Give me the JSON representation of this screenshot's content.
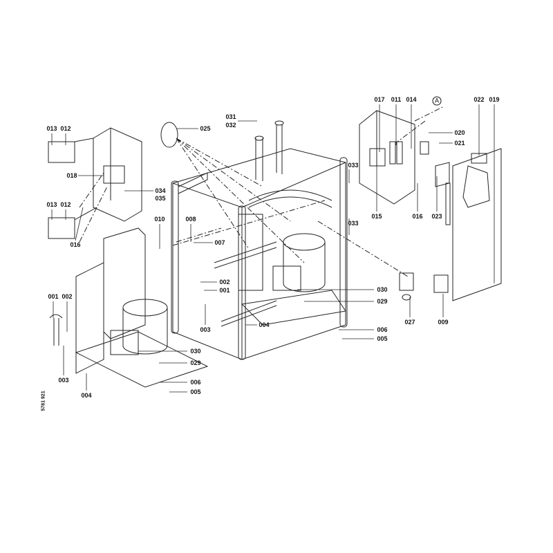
{
  "diagram": {
    "drawing_number": "5781 921",
    "callouts": [
      {
        "id": "c1",
        "text": "013"
      },
      {
        "id": "c2",
        "text": "012"
      },
      {
        "id": "c3",
        "text": "018"
      },
      {
        "id": "c4",
        "text": "034"
      },
      {
        "id": "c5",
        "text": "035"
      },
      {
        "id": "c6",
        "text": "013"
      },
      {
        "id": "c7",
        "text": "012"
      },
      {
        "id": "c8",
        "text": "016"
      },
      {
        "id": "c9",
        "text": "025"
      },
      {
        "id": "c10",
        "text": "031"
      },
      {
        "id": "c11",
        "text": "032"
      },
      {
        "id": "c12",
        "text": "033"
      },
      {
        "id": "c13",
        "text": "017"
      },
      {
        "id": "c14",
        "text": "011"
      },
      {
        "id": "c15",
        "text": "014"
      },
      {
        "id": "c16",
        "text": "A"
      },
      {
        "id": "c17",
        "text": "022"
      },
      {
        "id": "c18",
        "text": "019"
      },
      {
        "id": "c19",
        "text": "020"
      },
      {
        "id": "c20",
        "text": "021"
      },
      {
        "id": "c21",
        "text": "015"
      },
      {
        "id": "c22",
        "text": "016"
      },
      {
        "id": "c23",
        "text": "023"
      },
      {
        "id": "c24",
        "text": "010"
      },
      {
        "id": "c25",
        "text": "008"
      },
      {
        "id": "c26",
        "text": "007"
      },
      {
        "id": "c27",
        "text": "033"
      },
      {
        "id": "c28",
        "text": "002"
      },
      {
        "id": "c29",
        "text": "001"
      },
      {
        "id": "c30",
        "text": "003"
      },
      {
        "id": "c31",
        "text": "004"
      },
      {
        "id": "c32",
        "text": "030"
      },
      {
        "id": "c33",
        "text": "029"
      },
      {
        "id": "c34",
        "text": "006"
      },
      {
        "id": "c35",
        "text": "005"
      },
      {
        "id": "c36",
        "text": "027"
      },
      {
        "id": "c37",
        "text": "009"
      },
      {
        "id": "c38",
        "text": "001"
      },
      {
        "id": "c39",
        "text": "002"
      },
      {
        "id": "c40",
        "text": "003"
      },
      {
        "id": "c41",
        "text": "004"
      },
      {
        "id": "c42",
        "text": "030"
      },
      {
        "id": "c43",
        "text": "029"
      },
      {
        "id": "c44",
        "text": "006"
      },
      {
        "id": "c45",
        "text": "005"
      }
    ]
  }
}
